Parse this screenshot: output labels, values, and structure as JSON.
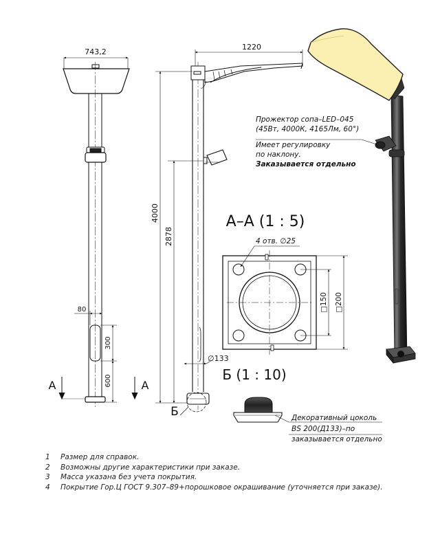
{
  "dimensions": {
    "top_width": "743,2",
    "arm_length": "1220",
    "total_height": "4000",
    "spotlight_height": "2878",
    "door_offset": "80",
    "door_height": "300",
    "door_base": "600",
    "pole_diameter": "∅133"
  },
  "section_aa": {
    "title": "А–А (1 : 5)",
    "holes_label": "4 отв. ∅25",
    "inner_size": "□150",
    "outer_size": "□200"
  },
  "section_labels": {
    "a_left": "А",
    "a_right": "А",
    "b": "Б"
  },
  "detail_b": {
    "title": "Б (1 : 10)"
  },
  "spotlight_note": {
    "line1": "Прожектор сопа–LED–045",
    "line2": "(45Вт, 4000К, 4165Лм, 60°)",
    "line3": "Имеет регулировку",
    "line4": "по наклону.",
    "line5": "Заказывается отдельно"
  },
  "base_note": {
    "line1": "Декоративный цоколь",
    "line2": "BS 200(Д133)–по",
    "line3": "заказывается отдельно"
  },
  "notes": [
    {
      "num": "1",
      "text": "Размер для справок."
    },
    {
      "num": "2",
      "text": "Возможны другие характеристики при заказе."
    },
    {
      "num": "3",
      "text": "Масса указана без учета покрытия."
    },
    {
      "num": "4",
      "text": "Покрытие Гор.Ц ГОСТ 9.307–89+порошковое окрашивание (уточняется при заказе)."
    }
  ],
  "colors": {
    "lamp_fill": "#fbf0b2",
    "pole_dark": "#333333",
    "line": "#111111"
  }
}
